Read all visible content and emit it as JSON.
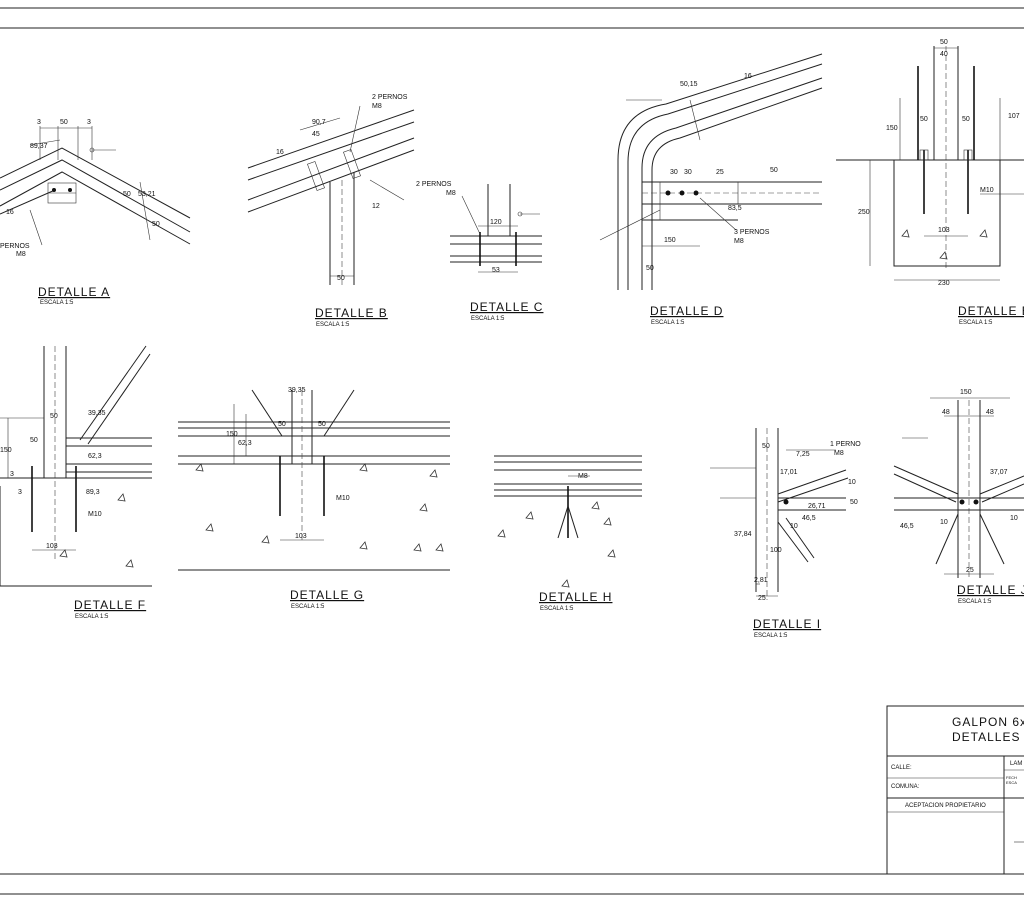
{
  "sheet": {
    "title_line1": "GALPON 6x",
    "title_line2": "DETALLES",
    "field_calle": "CALLE:",
    "field_comuna": "COMUNA:",
    "field_aceptacion": "ACEPTACION PROPIETARIO",
    "field_lam": "LAM",
    "field_fecha": "FECH",
    "field_escala": "ESCA"
  },
  "details": {
    "a": {
      "title": "DETALLE  A",
      "scale": "ESCALA 1:5",
      "dims": [
        "3",
        "50",
        "3",
        "89,37",
        "50",
        "53,21",
        "50",
        "16",
        "PERNOS",
        "M8"
      ]
    },
    "b": {
      "title": "DETALLE  B",
      "scale": "ESCALA 1:5",
      "dims": [
        "2 PERNOS",
        "M8",
        "90,7",
        "45",
        "16",
        "12",
        "50"
      ]
    },
    "c": {
      "title": "DETALLE  C",
      "scale": "ESCALA 1:5",
      "dims": [
        "2 PERNOS",
        "M8",
        "120",
        "53"
      ]
    },
    "d": {
      "title": "DETALLE  D",
      "scale": "ESCALA 1:5",
      "dims": [
        "50,15",
        "16",
        "30",
        "30",
        "25",
        "50",
        "3 PERNOS",
        "M8",
        "150",
        "50",
        "83,5"
      ]
    },
    "e": {
      "title": "DETALLE  E",
      "scale": "ESCALA 1:5",
      "dims": [
        "50",
        "40",
        "150",
        "50",
        "50",
        "107",
        "M10",
        "250",
        "103",
        "230"
      ]
    },
    "f": {
      "title": "DETALLE  F",
      "scale": "ESCALA 1:5",
      "dims": [
        "50",
        "50",
        "150",
        "39,35",
        "62,3",
        "3",
        "3",
        "89,3",
        "M10",
        "103"
      ]
    },
    "g": {
      "title": "DETALLE  G",
      "scale": "ESCALA 1:5",
      "dims": [
        "39,35",
        "50",
        "50",
        "150",
        "62,3",
        "M10",
        "103"
      ]
    },
    "h": {
      "title": "DETALLE  H",
      "scale": "ESCALA 1:5",
      "dims": [
        "M8"
      ]
    },
    "i": {
      "title": "DETALLE  I",
      "scale": "ESCALA 1:5",
      "dims": [
        "50",
        "7,25",
        "1 PERNO",
        "M8",
        "17,01",
        "10",
        "46,5",
        "26,71",
        "50",
        "37,84",
        "10",
        "100",
        "2,81",
        "25"
      ]
    },
    "j": {
      "title": "DETALLE  J",
      "scale": "ESCALA 1:5",
      "dims": [
        "150",
        "48",
        "48",
        "37,07",
        "46,5",
        "10",
        "10",
        "25"
      ]
    }
  }
}
